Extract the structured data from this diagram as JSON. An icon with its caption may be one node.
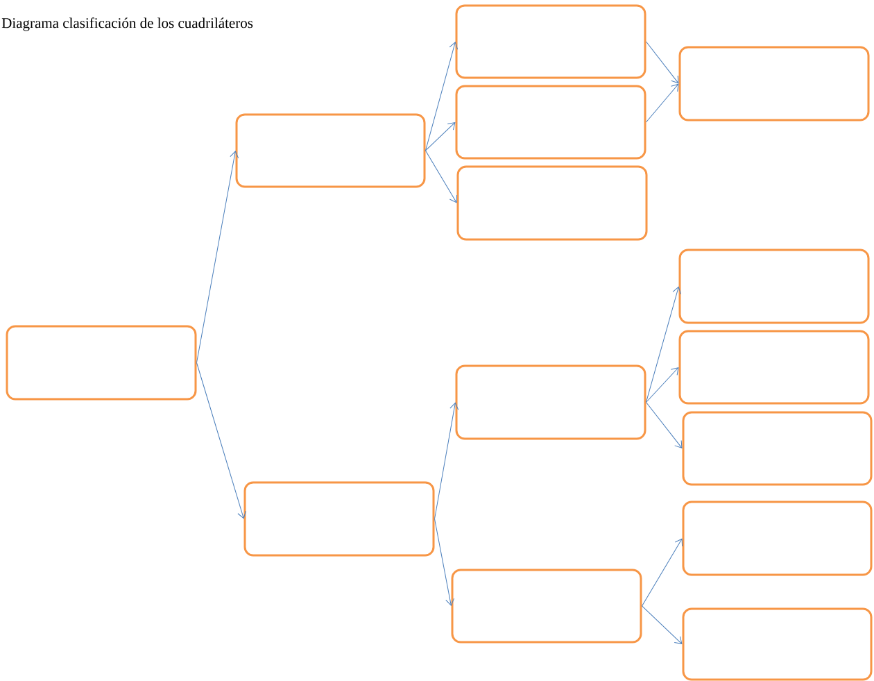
{
  "diagram": {
    "title": "Diagrama clasificación de los cuadriláteros",
    "nodes": [
      {
        "text": [],
        "shape": "box"
      },
      {
        "text": [],
        "shape": "box"
      },
      {
        "text": [],
        "shape": "box"
      },
      {
        "text": [],
        "shape": "box"
      },
      {
        "text": [],
        "shape": "box"
      },
      {
        "text": [],
        "shape": "box"
      },
      {
        "text": [],
        "shape": "box"
      },
      {
        "text": [],
        "shape": "box"
      },
      {
        "text": [],
        "shape": "box"
      },
      {
        "text": [],
        "shape": "box"
      },
      {
        "text": [],
        "shape": "box"
      },
      {
        "text": [],
        "shape": "box"
      },
      {
        "text": [],
        "shape": "box"
      },
      {
        "text": [],
        "shape": "box"
      }
    ],
    "edges": [
      {
        "from": 0,
        "to": 1,
        "arrow": "to"
      },
      {
        "from": 0,
        "to": 2,
        "arrow": "to"
      },
      {
        "from": 1,
        "to": 3,
        "arrow": "to"
      },
      {
        "from": 1,
        "to": 4,
        "arrow": "to"
      },
      {
        "from": 1,
        "to": 5,
        "arrow": "to"
      },
      {
        "from": 3,
        "to": 6,
        "arrow": "to"
      },
      {
        "from": 4,
        "to": 6,
        "arrow": "to"
      },
      {
        "from": 2,
        "to": 7,
        "arrow": "to"
      },
      {
        "from": 2,
        "to": 8,
        "arrow": "to"
      },
      {
        "from": 7,
        "to": 9,
        "arrow": "to"
      },
      {
        "from": 7,
        "to": 10,
        "arrow": "to"
      },
      {
        "from": 7,
        "to": 11,
        "arrow": "to"
      },
      {
        "from": 8,
        "to": 12,
        "arrow": "to"
      },
      {
        "from": 8,
        "to": 13,
        "arrow": "to"
      }
    ]
  }
}
